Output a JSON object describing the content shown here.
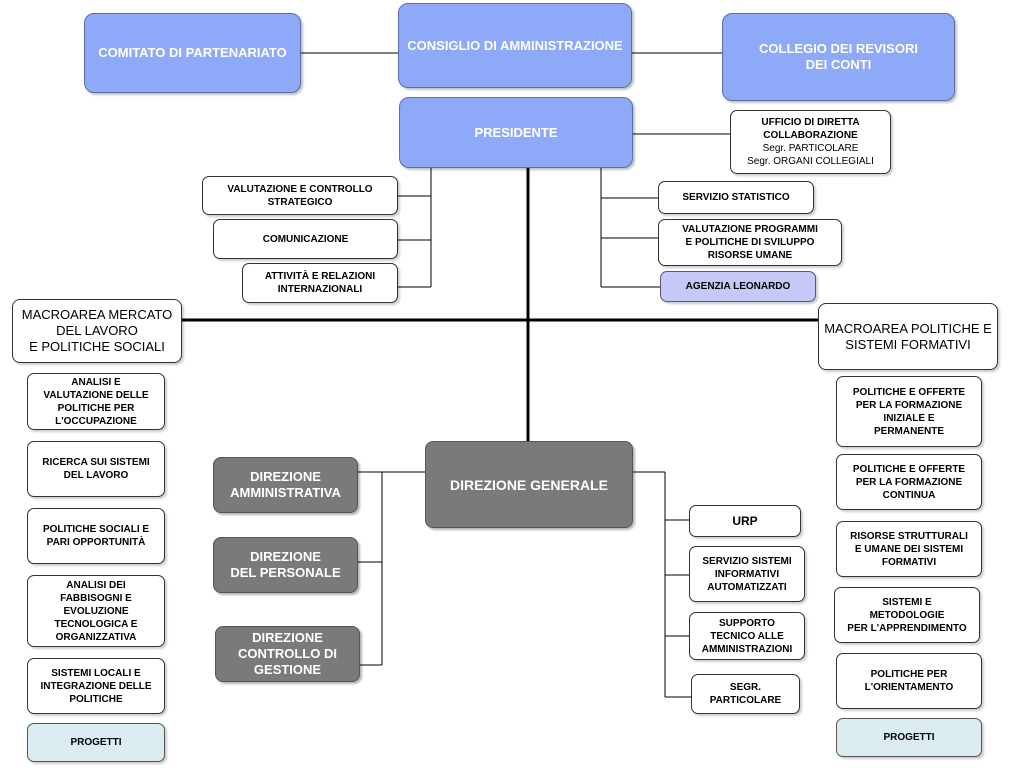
{
  "top": {
    "comitato": "COMITATO DI PARTENARIATO",
    "consiglio": "CONSIGLIO DI AMMINISTRAZIONE",
    "collegio": "COLLEGIO DEI REVISORI\nDEI CONTI"
  },
  "presidente": {
    "title": "PRESIDENTE",
    "ufficio_title": "UFFICIO DI DIRETTA\nCOLLABORAZIONE",
    "ufficio_sub": "Segr. PARTICOLARE\nSegr. ORGANI COLLEGIALI"
  },
  "staff_left": [
    "VALUTAZIONE E CONTROLLO\nSTRATEGICO",
    "COMUNICAZIONE",
    "ATTIVITÀ E RELAZIONI\nINTERNAZIONALI"
  ],
  "staff_right": [
    "SERVIZIO STATISTICO",
    "VALUTAZIONE PROGRAMMI\nE POLITICHE DI SVILUPPO\nRISORSE UMANE",
    "AGENZIA LEONARDO"
  ],
  "macro_left": {
    "title": "MACROAREA MERCATO\nDEL LAVORO\nE POLITICHE SOCIALI",
    "items": [
      "ANALISI E\nVALUTAZIONE DELLE\nPOLITICHE PER\nL'OCCUPAZIONE",
      "RICERCA SUI SISTEMI\nDEL LAVORO",
      "POLITICHE SOCIALI E\nPARI OPPORTUNITÀ",
      "ANALISI DEI\nFABBISOGNI E\nEVOLUZIONE\nTECNOLOGICA E\nORGANIZZATIVA",
      "SISTEMI LOCALI E\nINTEGRAZIONE DELLE\nPOLITICHE"
    ],
    "progetti": "PROGETTI"
  },
  "macro_right": {
    "title": "MACROAREA POLITICHE E\nSISTEMI FORMATIVI",
    "items": [
      "POLITICHE E OFFERTE\nPER LA FORMAZIONE\nINIZIALE E\nPERMANENTE",
      "POLITICHE E OFFERTE\nPER LA FORMAZIONE\nCONTINUA",
      "RISORSE STRUTTURALI\nE UMANE DEI SISTEMI\nFORMATIVI",
      "SISTEMI E\nMETODOLOGIE\nPER L'APPRENDIMENTO",
      "POLITICHE PER\nL'ORIENTAMENTO"
    ],
    "progetti": "PROGETTI"
  },
  "direzione_generale": "DIREZIONE GENERALE",
  "direzioni": [
    "DIREZIONE\nAMMINISTRATIVA",
    "DIREZIONE\nDEL PERSONALE",
    "DIREZIONE\nCONTROLLO DI\nGESTIONE"
  ],
  "dg_staff": [
    "URP",
    "SERVIZIO SISTEMI\nINFORMATIVI\nAUTOMATIZZATI",
    "SUPPORTO\nTECNICO ALLE\nAMMINISTRAZIONI",
    "SEGR.\nPARTICOLARE"
  ],
  "colors": {
    "governance_blue": "#8ea9f7",
    "direzione_gray": "#7a7a7a",
    "agenzia_lavender": "#c6c9f8",
    "progetti_pale": "#dbecf0"
  }
}
